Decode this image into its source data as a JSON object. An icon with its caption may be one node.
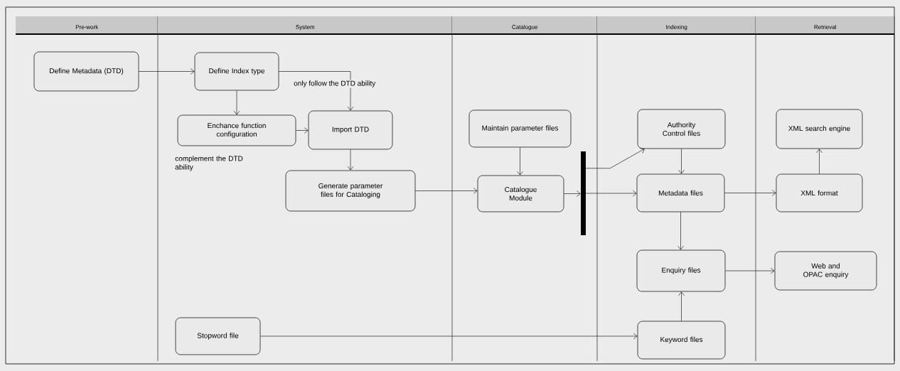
{
  "diagram": {
    "nodes": [
      {
        "text": [
          "Pre-work"
        ]
      },
      {
        "text": [
          "System"
        ]
      },
      {
        "text": [
          "Catalogue"
        ]
      },
      {
        "text": [
          "Indexing"
        ]
      },
      {
        "text": [
          "Retrieval"
        ]
      },
      {
        "text": [
          "Define Metadata (DTD)"
        ],
        "in": 0
      },
      {
        "text": [
          "Define Index type"
        ],
        "in": 1
      },
      {
        "text": [
          "Enchance function configuration"
        ],
        "in": 1
      },
      {
        "text": [
          "Import DTD"
        ],
        "in": 1
      },
      {
        "text": [
          "Generate parameter files for Cataloging"
        ],
        "in": 1
      },
      {
        "text": [
          "Stopword file"
        ],
        "in": 1
      },
      {
        "text": [
          "Maintain parameter files"
        ],
        "in": 2
      },
      {
        "text": [
          "Catalogue Module"
        ],
        "in": 2
      },
      {
        "text": [],
        "shape": "bar",
        "in": 2
      },
      {
        "text": [
          "Authority Control files"
        ],
        "in": 3
      },
      {
        "text": [
          "Metadata files"
        ],
        "in": 3
      },
      {
        "text": [
          "Enquiry files"
        ],
        "in": 3
      },
      {
        "text": [
          "Keyword files"
        ],
        "in": 3
      },
      {
        "text": [
          "XML search engine"
        ],
        "in": 4
      },
      {
        "text": [
          "XML format"
        ],
        "in": 4
      },
      {
        "text": [
          "Web and OPAC enquiry"
        ],
        "in": 4
      }
    ],
    "edges": [
      {
        "from": 5,
        "to": 6,
        "arrow": "to"
      },
      {
        "from": 6,
        "to": 7,
        "arrow": "to"
      },
      {
        "from": 6,
        "to": 8,
        "arrow": "to",
        "label": "only follow the DTD ability"
      },
      {
        "from": 7,
        "to": 8,
        "arrow": "to"
      },
      {
        "from": 8,
        "to": 9,
        "arrow": "to"
      },
      {
        "from": 9,
        "to": 12,
        "arrow": "to"
      },
      {
        "from": 11,
        "to": 12,
        "arrow": "to"
      },
      {
        "from": 12,
        "to": 13,
        "arrow": "to"
      },
      {
        "from": 13,
        "to": 14,
        "arrow": "to"
      },
      {
        "from": 13,
        "to": 15,
        "arrow": "to"
      },
      {
        "from": 14,
        "to": 15,
        "arrow": "to"
      },
      {
        "from": 15,
        "to": 16,
        "arrow": "to"
      },
      {
        "from": 15,
        "to": 19,
        "arrow": "to"
      },
      {
        "from": 19,
        "to": 18,
        "arrow": "to"
      },
      {
        "from": 16,
        "to": 20,
        "arrow": "to"
      },
      {
        "from": 17,
        "to": 16,
        "arrow": "to"
      },
      {
        "from": 10,
        "to": 17,
        "arrow": "to"
      }
    ],
    "labels": [
      "complement the DTD ability"
    ]
  }
}
